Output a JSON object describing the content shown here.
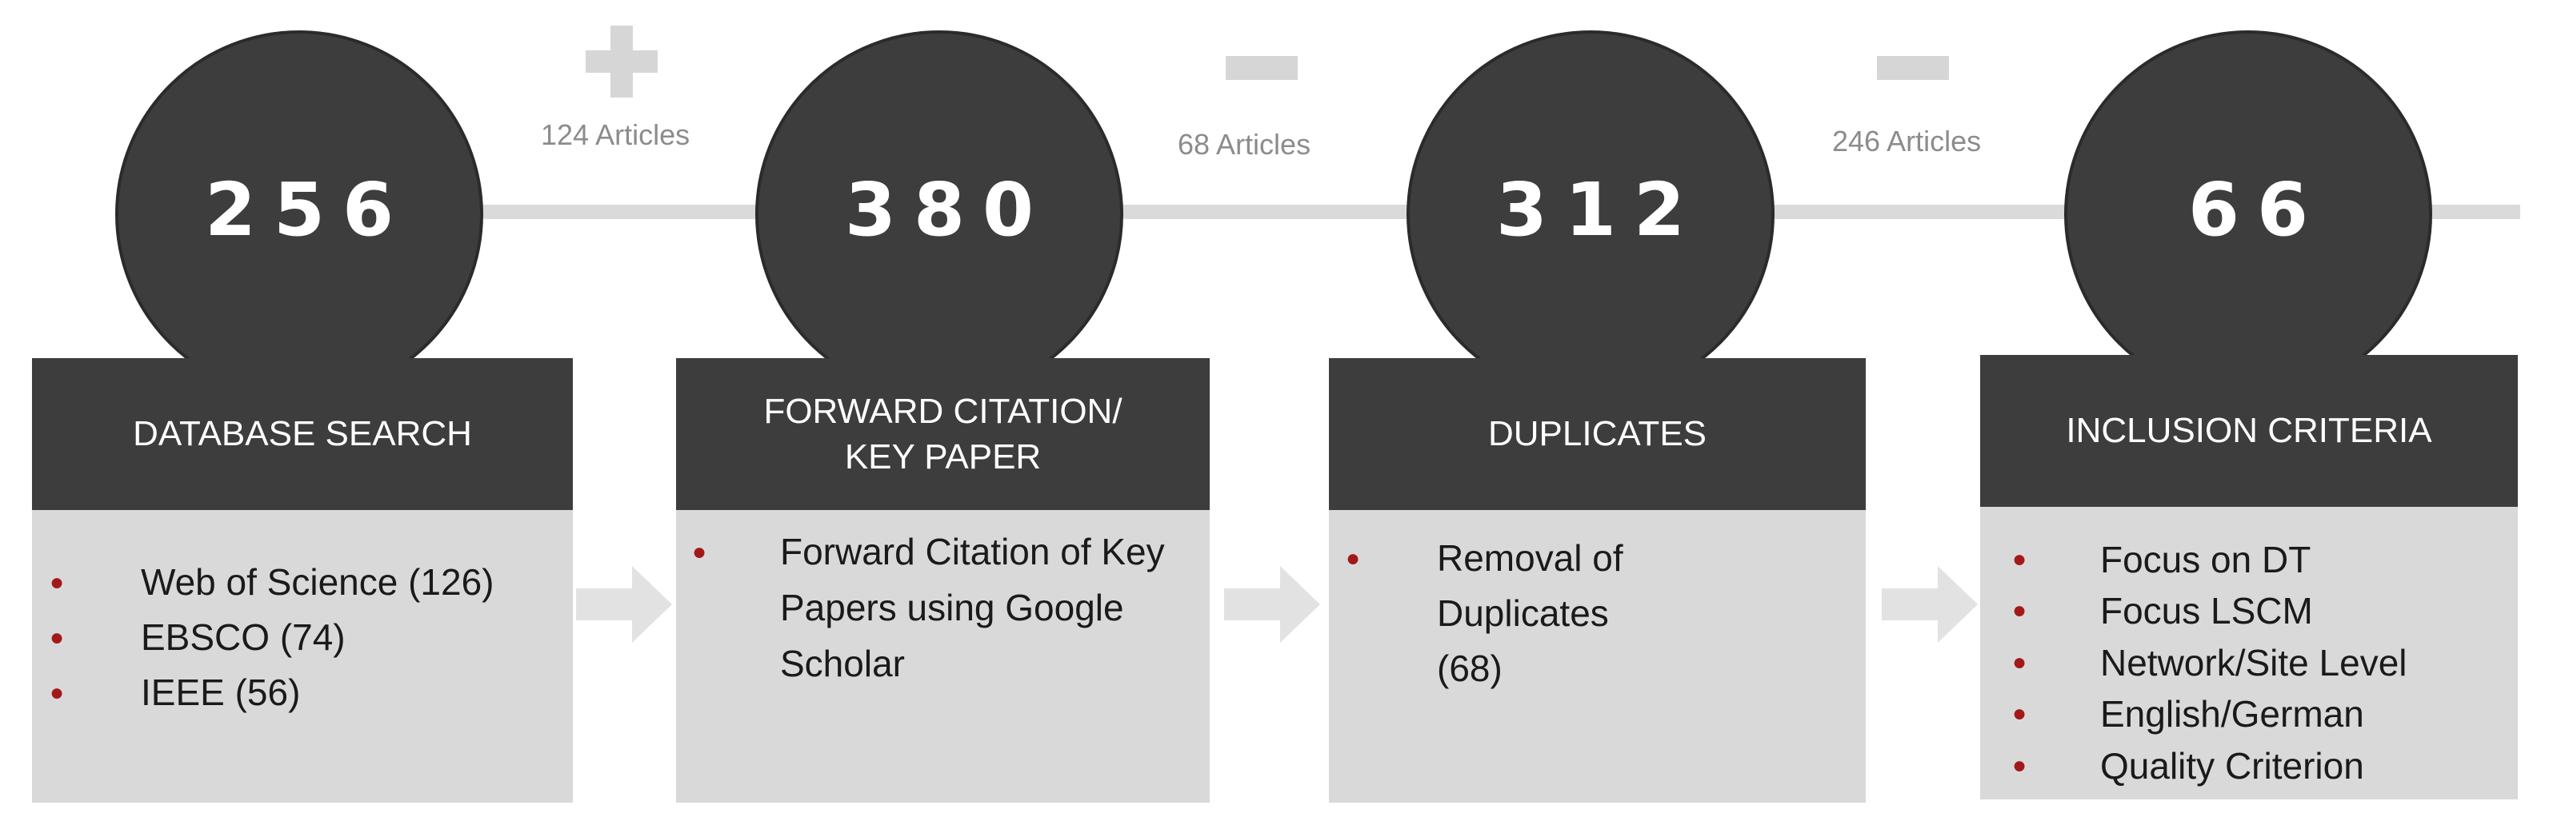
{
  "stages": [
    {
      "count": "256",
      "title": "DATABASE SEARCH",
      "items": [
        "Web of Science (126)",
        "EBSCO (74)",
        "IEEE (56)"
      ]
    },
    {
      "count": "380",
      "title": "FORWARD CITATION/\nKEY PAPER",
      "items": [
        "Forward Citation of Key Papers using Google Scholar"
      ]
    },
    {
      "count": "312",
      "title": "DUPLICATES",
      "items": [
        "Removal of Duplicates (68)"
      ]
    },
    {
      "count": "66",
      "title": "INCLUSION CRITERIA",
      "items": [
        "Focus on DT",
        "Focus LSCM",
        "Network/Site Level",
        "English/German",
        "Quality Criterion"
      ]
    }
  ],
  "transitions": [
    {
      "symbol": "plus-icon",
      "label": "124 Articles"
    },
    {
      "symbol": "minus-icon",
      "label": "68 Articles"
    },
    {
      "symbol": "minus-icon",
      "label": "246 Articles"
    }
  ],
  "colors": {
    "dark": "#3d3d3d",
    "panel": "#d9d9d9",
    "bullet": "#a3191a",
    "symbol": "#d6d6d6",
    "label": "#8c8c8c"
  }
}
